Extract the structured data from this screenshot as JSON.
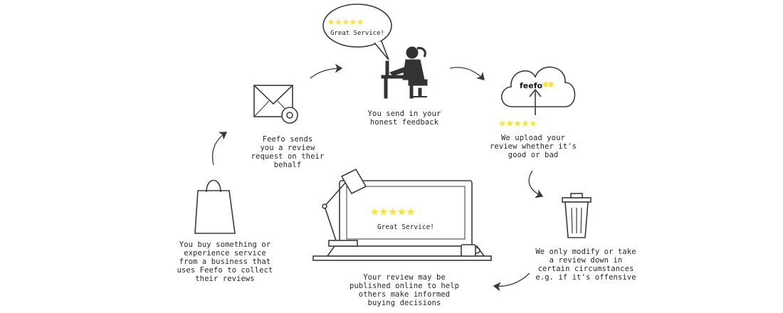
{
  "colors": {
    "star": "#f7e42b",
    "ink": "#3a3a3a",
    "brand_dot": "#f7e42b"
  },
  "speech_bubble": {
    "label": "Great Service!",
    "rating": 5,
    "icon": "star-icon"
  },
  "laptop_screen": {
    "label": "Great Service!",
    "rating": 5,
    "icon": "star-icon"
  },
  "cloud": {
    "brand": "feefo",
    "rating": 5,
    "icon": "cloud-upload-icon"
  },
  "steps": [
    {
      "icon": "shopping-bag-icon",
      "lines": [
        "You buy something or",
        "experience service",
        "from a business that",
        "uses Feefo to collect",
        "their reviews"
      ]
    },
    {
      "icon": "email-envelope-icon",
      "lines": [
        "Feefo sends",
        "you a review",
        "request on their",
        "behalf"
      ]
    },
    {
      "icon": "person-at-desk-icon",
      "lines": [
        "You send in your",
        "honest feedback"
      ]
    },
    {
      "icon": "cloud-upload-icon",
      "lines": [
        "We upload your",
        "review whether it's",
        "good or bad"
      ]
    },
    {
      "icon": "trash-bin-icon",
      "lines": [
        "We only modify or take",
        "a review down in",
        "certain circumstances",
        "e.g. if it's offensive"
      ]
    },
    {
      "icon": "laptop-desk-icon",
      "lines": [
        "Your review may be",
        "published online to help",
        "others make informed",
        "buying decisions"
      ]
    }
  ]
}
